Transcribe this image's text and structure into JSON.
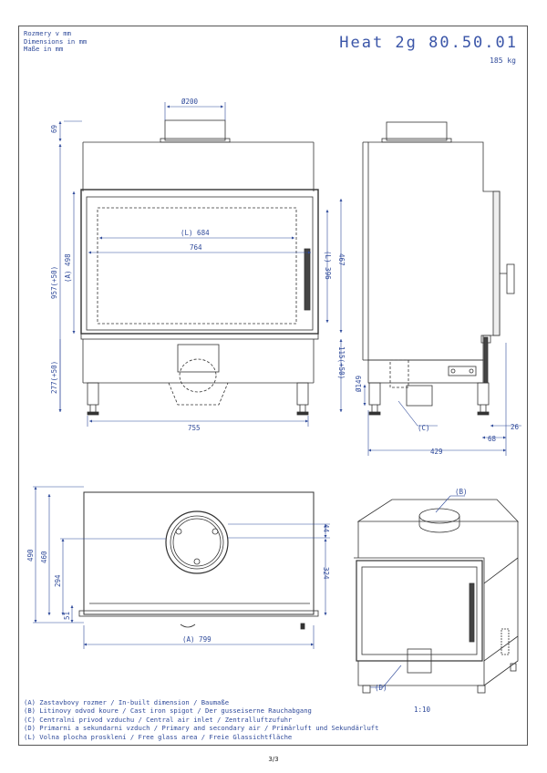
{
  "units_note": [
    "Rozmery v mm",
    "Dimensions in mm",
    "Maße in mm"
  ],
  "title": "Heat 2g 80.50.01",
  "weight": "185 kg",
  "scale": "1:10",
  "page_number": "3/3",
  "legend": [
    "(A)  Zastavbovy rozmer / In-built dimension / Baumaße",
    "(B)  Litinovy odvod koure / Cast iron spigot / Der gusseiserne Rauchabgang",
    "(C)  Centralni privod vzduchu / Central air inlet / Zentralluftzufuhr",
    "(D)  Primarni a sekundarni vzduch / Primary and secondary air / Primärluft und Sekundärluft",
    "(L)  Volna plocha prosklení / Free glass area / Freie Glassichtfläche"
  ],
  "front_view": {
    "dim_spigot": "Ø200",
    "dim_top": "69",
    "dim_total_height": "957(+50)",
    "dim_inbuilt_height": "(A) 498",
    "dim_glass_width": "(L) 684",
    "dim_door_width": "764",
    "dim_glass_height": "(L) 396",
    "dim_door_height": "467",
    "dim_lower_right": "115(+50)",
    "dim_lower_left": "277(+50)",
    "dim_width": "755"
  },
  "side_view": {
    "dim_inlet": "Ø149",
    "label_inlet": "(C)",
    "dim_26": "26",
    "dim_68": "68",
    "dim_depth": "429"
  },
  "top_view": {
    "dim_490": "490",
    "dim_460": "460",
    "dim_294": "294",
    "dim_51": "51",
    "dim_44": "44",
    "dim_324": "324",
    "dim_width": "(A) 799"
  },
  "iso_view": {
    "label_spigot": "(B)",
    "label_air": "(D)"
  }
}
